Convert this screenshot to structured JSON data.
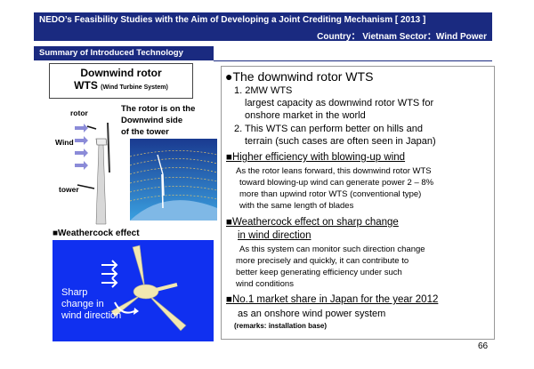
{
  "header": {
    "title": "NEDO’s Feasibility Studies with the Aim of Developing a Joint Crediting Mechanism [ 2013 ]",
    "country_sector": "Country： Vietnam   Sector：Wind Power"
  },
  "summary_tab": "Summary of Introduced Technology",
  "left": {
    "title_line1": "Downwind rotor",
    "title_line2": "WTS",
    "title_sub": "(Wind Turbine System)",
    "label_rotor": "rotor",
    "label_wind": "Wind",
    "label_tower": "tower",
    "rotor_note": [
      "The rotor is on the",
      "Downwind side",
      "of the tower"
    ],
    "weathercock_label": "■Weathercock effect",
    "sharp_change": [
      "Sharp",
      "change in",
      "wind direction"
    ]
  },
  "right": {
    "heading": "●The downwind rotor WTS",
    "items": [
      "1. 2MW WTS",
      "largest capacity as downwind rotor WTS for",
      "onshore market in the world",
      "2. This WTS can perform better on hills and",
      "terrain (such cases are often seen in Japan)"
    ],
    "sec1_title": "■Higher efficiency with blowing-up wind",
    "sec1_body": [
      "As the rotor leans forward, this downwind rotor WTS",
      "toward blowing-up wind can generate power 2 – 8%",
      "more than upwind rotor WTS (conventional type)",
      "with the same length of blades"
    ],
    "sec2_title1": "■Weathercock effect on sharp change",
    "sec2_title2": "in wind direction",
    "sec2_body": [
      "As this system can monitor such direction change",
      "more precisely and quickly, it can contribute to",
      "better keep generating efficiency   under such",
      "wind conditions"
    ],
    "sec3_title": "■No.1 market share in Japan for the year 2012",
    "sec3_body": "as an onshore wind power system",
    "remarks": "(remarks: installation base)"
  },
  "page_number": "66",
  "colors": {
    "navy": "#1a2a80",
    "blue_panel": "#1030f0",
    "sky": "#2a6ad0",
    "arrow": "#8b8bd8"
  }
}
